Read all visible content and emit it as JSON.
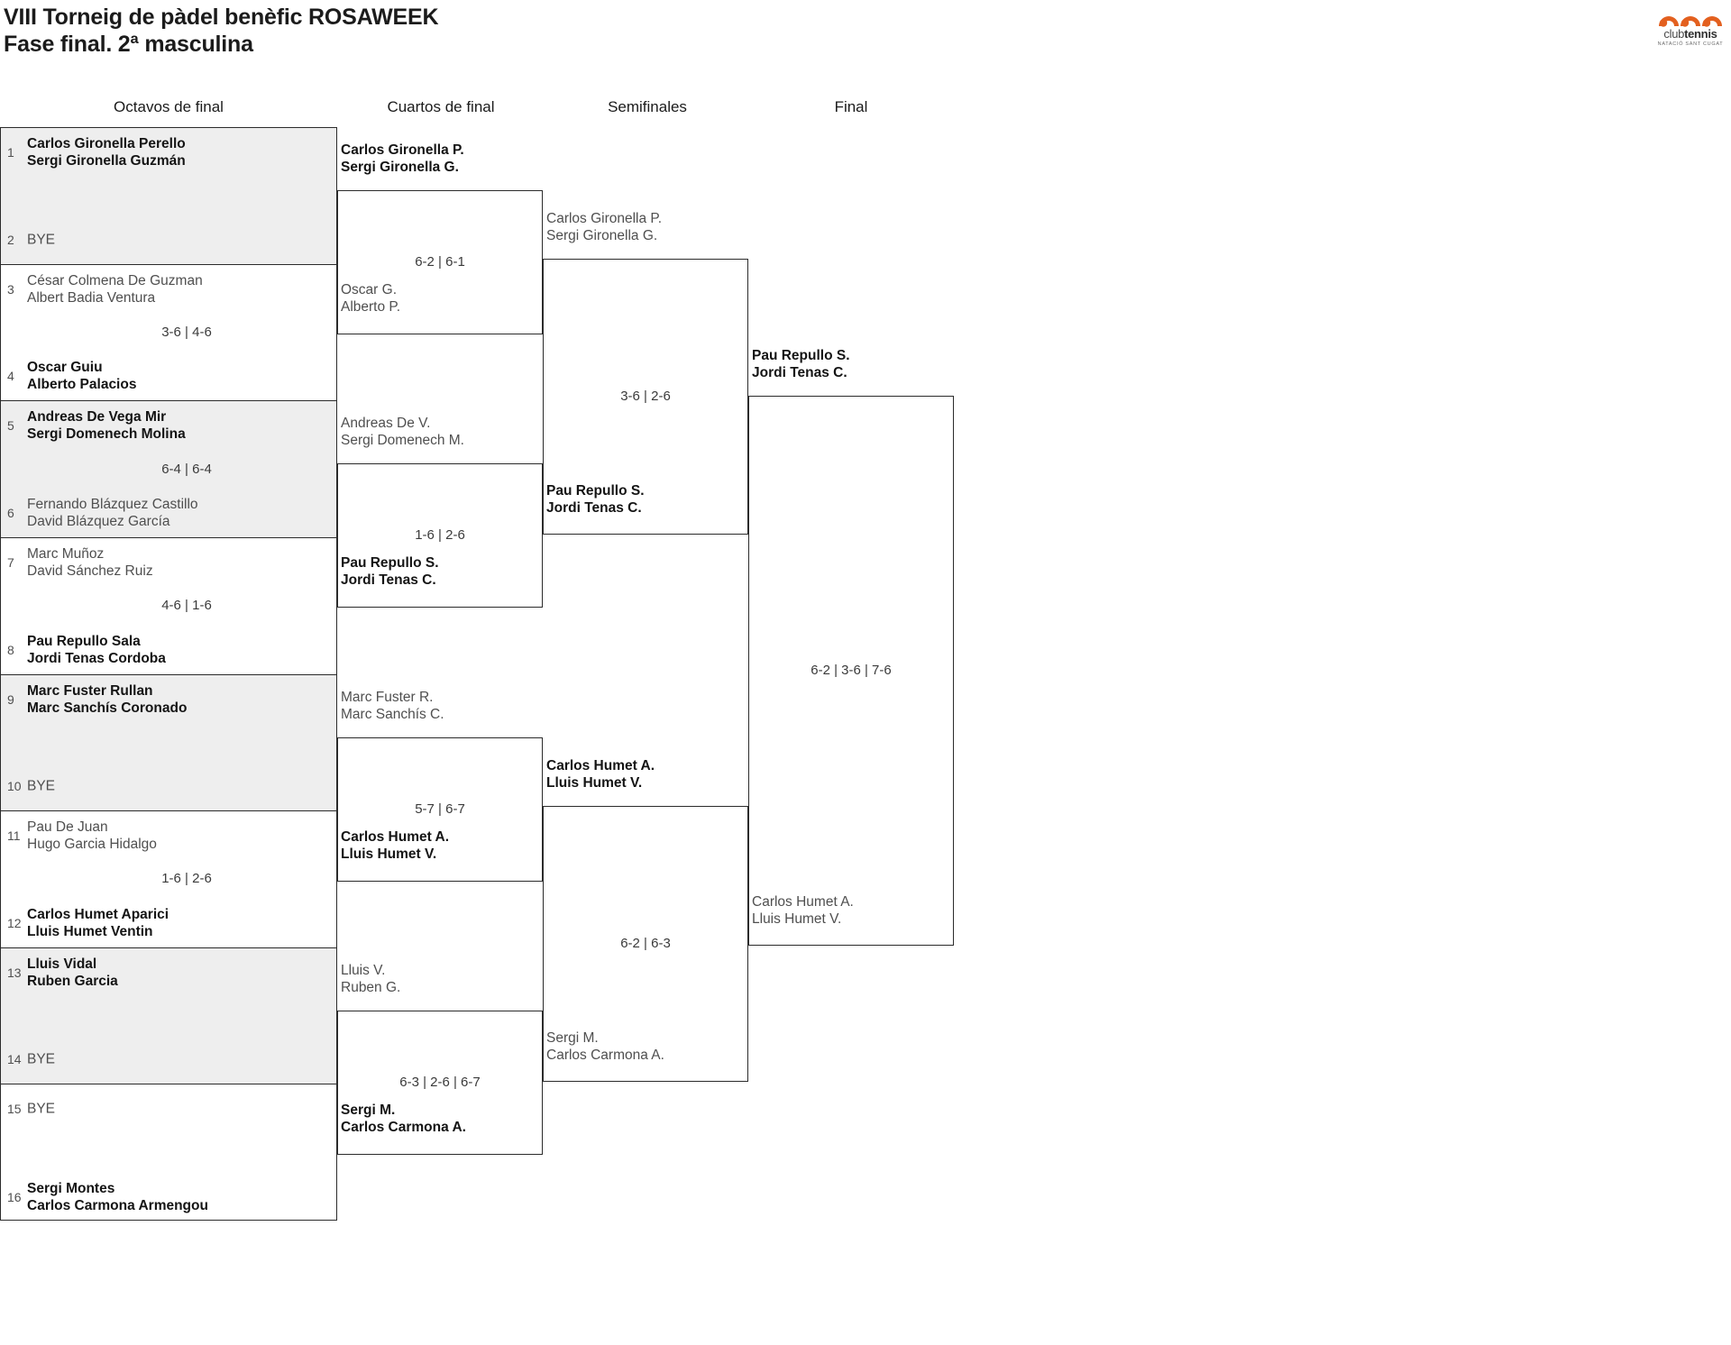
{
  "title": {
    "line1": "VIII Torneig de pàdel benèfic ROSAWEEK",
    "line2": "Fase final. 2ª masculina"
  },
  "logo": {
    "word_light": "club",
    "word_bold": "tennis",
    "subtitle": "NATACIÓ SANT CUGAT",
    "color": "#E3601F"
  },
  "rounds": [
    {
      "header": "Octavos de final"
    },
    {
      "header": "Cuartos de final"
    },
    {
      "header": "Semifinales"
    },
    {
      "header": "Final"
    }
  ],
  "bye_label": "BYE",
  "round1": [
    {
      "seed_top": "1",
      "top": {
        "p1": "Carlos Gironella Perello",
        "p2": "Sergi Gironella Guzmán",
        "winner": true,
        "bye": false
      },
      "seed_bottom": "2",
      "bottom": {
        "p1": "BYE",
        "p2": "",
        "winner": false,
        "bye": true
      },
      "score": ""
    },
    {
      "seed_top": "3",
      "top": {
        "p1": "César Colmena De Guzman",
        "p2": "Albert Badia Ventura",
        "winner": false,
        "bye": false
      },
      "seed_bottom": "4",
      "bottom": {
        "p1": "Oscar Guiu",
        "p2": "Alberto Palacios",
        "winner": true,
        "bye": false
      },
      "score": "3-6 | 4-6"
    },
    {
      "seed_top": "5",
      "top": {
        "p1": "Andreas De Vega Mir",
        "p2": "Sergi Domenech Molina",
        "winner": true,
        "bye": false
      },
      "seed_bottom": "6",
      "bottom": {
        "p1": "Fernando Blázquez Castillo",
        "p2": "David Blázquez García",
        "winner": false,
        "bye": false
      },
      "score": "6-4 | 6-4"
    },
    {
      "seed_top": "7",
      "top": {
        "p1": "Marc Muñoz",
        "p2": "David Sánchez Ruiz",
        "winner": false,
        "bye": false
      },
      "seed_bottom": "8",
      "bottom": {
        "p1": "Pau Repullo Sala",
        "p2": "Jordi Tenas Cordoba",
        "winner": true,
        "bye": false
      },
      "score": "4-6 | 1-6"
    },
    {
      "seed_top": "9",
      "top": {
        "p1": "Marc Fuster Rullan",
        "p2": "Marc Sanchís Coronado",
        "winner": true,
        "bye": false
      },
      "seed_bottom": "10",
      "bottom": {
        "p1": "BYE",
        "p2": "",
        "winner": false,
        "bye": true
      },
      "score": ""
    },
    {
      "seed_top": "11",
      "top": {
        "p1": "Pau De Juan",
        "p2": "Hugo Garcia Hidalgo",
        "winner": false,
        "bye": false
      },
      "seed_bottom": "12",
      "bottom": {
        "p1": "Carlos Humet Aparici",
        "p2": "Lluis Humet Ventin",
        "winner": true,
        "bye": false
      },
      "score": "1-6 | 2-6"
    },
    {
      "seed_top": "13",
      "top": {
        "p1": "Lluis Vidal",
        "p2": "Ruben Garcia",
        "winner": true,
        "bye": false
      },
      "seed_bottom": "14",
      "bottom": {
        "p1": "BYE",
        "p2": "",
        "winner": false,
        "bye": true
      },
      "score": ""
    },
    {
      "seed_top": "15",
      "top": {
        "p1": "BYE",
        "p2": "",
        "winner": false,
        "bye": true
      },
      "seed_bottom": "16",
      "bottom": {
        "p1": "Sergi Montes",
        "p2": "Carlos Carmona Armengou",
        "winner": true,
        "bye": false
      },
      "score": ""
    }
  ],
  "round2": [
    {
      "top": {
        "p1": "Carlos Gironella P.",
        "p2": "Sergi Gironella G.",
        "winner": true
      },
      "bottom": {
        "p1": "Oscar G.",
        "p2": "Alberto P.",
        "winner": false
      },
      "score": "6-2 | 6-1"
    },
    {
      "top": {
        "p1": "Andreas De V.",
        "p2": "Sergi Domenech M.",
        "winner": false
      },
      "bottom": {
        "p1": "Pau Repullo S.",
        "p2": "Jordi Tenas C.",
        "winner": true
      },
      "score": "1-6 | 2-6"
    },
    {
      "top": {
        "p1": "Marc Fuster R.",
        "p2": "Marc Sanchís C.",
        "winner": false
      },
      "bottom": {
        "p1": "Carlos Humet A.",
        "p2": "Lluis Humet V.",
        "winner": true
      },
      "score": "5-7 | 6-7"
    },
    {
      "top": {
        "p1": "Lluis V.",
        "p2": "Ruben G.",
        "winner": false
      },
      "bottom": {
        "p1": "Sergi M.",
        "p2": "Carlos Carmona A.",
        "winner": true
      },
      "score": "6-3 | 2-6 | 6-7"
    }
  ],
  "round3": [
    {
      "top": {
        "p1": "Carlos Gironella P.",
        "p2": "Sergi Gironella G.",
        "winner": false
      },
      "bottom": {
        "p1": "Pau Repullo S.",
        "p2": "Jordi Tenas C.",
        "winner": true
      },
      "score": "3-6 | 2-6"
    },
    {
      "top": {
        "p1": "Carlos Humet A.",
        "p2": "Lluis Humet V.",
        "winner": true
      },
      "bottom": {
        "p1": "Sergi M.",
        "p2": "Carlos Carmona A.",
        "winner": false
      },
      "score": "6-2 | 6-3"
    }
  ],
  "round4": [
    {
      "top": {
        "p1": "Pau Repullo S.",
        "p2": "Jordi Tenas C.",
        "winner": true
      },
      "bottom": {
        "p1": "Carlos Humet A.",
        "p2": "Lluis Humet V.",
        "winner": false
      },
      "score": "6-2 | 3-6 | 7-6"
    }
  ]
}
